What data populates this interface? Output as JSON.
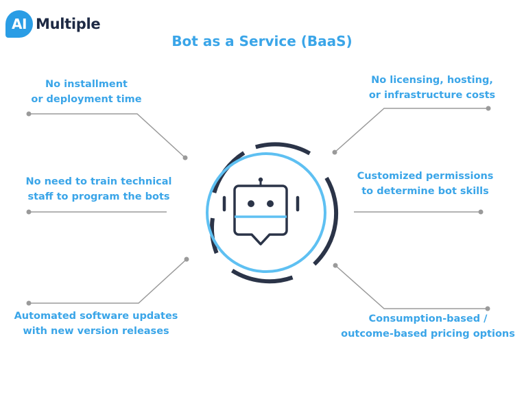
{
  "logo": {
    "badge": "AI",
    "word": "Multiple"
  },
  "title": "Bot as a Service (BaaS)",
  "features": {
    "top_left": [
      "No installment",
      "or deployment time"
    ],
    "mid_left": [
      "No need to train technical",
      "staff to program the bots"
    ],
    "bottom_left": [
      "Automated software updates",
      "with new version releases"
    ],
    "top_right": [
      "No licensing, hosting,",
      "or infrastructure costs"
    ],
    "mid_right": [
      "Customized permissions",
      "to determine bot skills"
    ],
    "bottom_right": [
      "Consumption-based /",
      "outcome-based pricing options"
    ]
  },
  "icons": {
    "center": "robot-chat-icon"
  },
  "colors": {
    "accent": "#3aa5e8",
    "dark": "#2b3448",
    "connector": "#9a9a9a"
  }
}
